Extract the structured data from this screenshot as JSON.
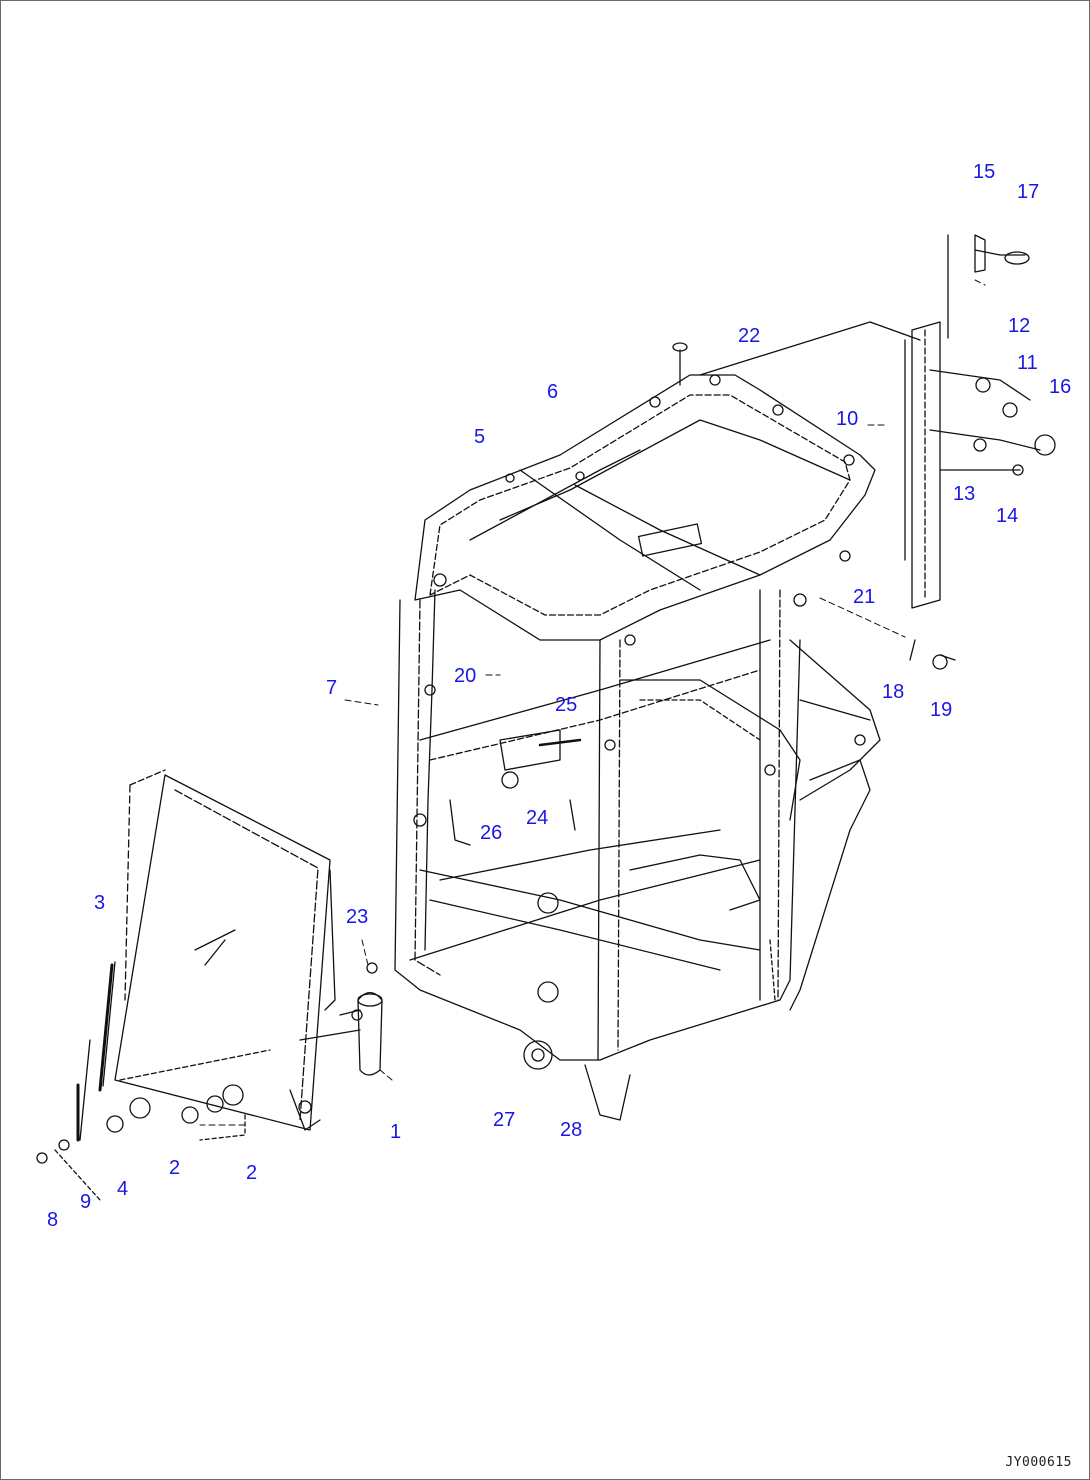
{
  "figure": {
    "code": "JY000615",
    "callout_color": "#1a17e6",
    "line_color": "#111111"
  },
  "callouts": [
    {
      "id": "c1",
      "label": "1"
    },
    {
      "id": "c2a",
      "label": "2"
    },
    {
      "id": "c2b",
      "label": "2"
    },
    {
      "id": "c3",
      "label": "3"
    },
    {
      "id": "c4",
      "label": "4"
    },
    {
      "id": "c5",
      "label": "5"
    },
    {
      "id": "c6",
      "label": "6"
    },
    {
      "id": "c7",
      "label": "7"
    },
    {
      "id": "c8",
      "label": "8"
    },
    {
      "id": "c9",
      "label": "9"
    },
    {
      "id": "c10",
      "label": "10"
    },
    {
      "id": "c11",
      "label": "11"
    },
    {
      "id": "c12",
      "label": "12"
    },
    {
      "id": "c13",
      "label": "13"
    },
    {
      "id": "c14",
      "label": "14"
    },
    {
      "id": "c15",
      "label": "15"
    },
    {
      "id": "c16",
      "label": "16"
    },
    {
      "id": "c17",
      "label": "17"
    },
    {
      "id": "c18",
      "label": "18"
    },
    {
      "id": "c19",
      "label": "19"
    },
    {
      "id": "c20",
      "label": "20"
    },
    {
      "id": "c21",
      "label": "21"
    },
    {
      "id": "c22",
      "label": "22"
    },
    {
      "id": "c23",
      "label": "23"
    },
    {
      "id": "c24",
      "label": "24"
    },
    {
      "id": "c25",
      "label": "25"
    },
    {
      "id": "c26",
      "label": "26"
    },
    {
      "id": "c27",
      "label": "27"
    },
    {
      "id": "c28",
      "label": "28"
    }
  ]
}
